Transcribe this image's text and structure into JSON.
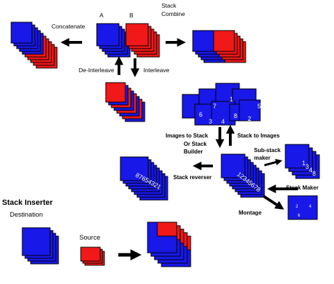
{
  "colors": {
    "blue": "#1818e8",
    "red": "#f01818",
    "outline": "#000000",
    "background": "#ffffff"
  },
  "labels": {
    "a": "A",
    "b": "B",
    "concatenate": "Concatenate",
    "stack_combine_1": "Stack",
    "stack_combine_2": "Combine",
    "de_interleave": "De-Interleave",
    "interleave": "Interleave",
    "images_to_stack": "Images to Stack",
    "or_stack_1": "Or Stack",
    "or_stack_2": "Builder",
    "stack_to_images": "Stack to Images",
    "sub_stack_1": "Sub-stack",
    "sub_stack_2": "maker",
    "stack_reverser": "Stack reverser",
    "stack_maker": "Stack Maker",
    "montage": "Montage",
    "stack_inserter": "Stack Inserter",
    "destination": "Destination",
    "source": "Source"
  },
  "numbers": {
    "images": [
      "1",
      "2",
      "3",
      "4",
      "5",
      "6",
      "7",
      "8"
    ],
    "sequence": "12345678",
    "reversed": "87654321",
    "substack": [
      "1",
      "3",
      "4",
      "8"
    ],
    "montage": [
      "2",
      "4",
      "6"
    ]
  }
}
